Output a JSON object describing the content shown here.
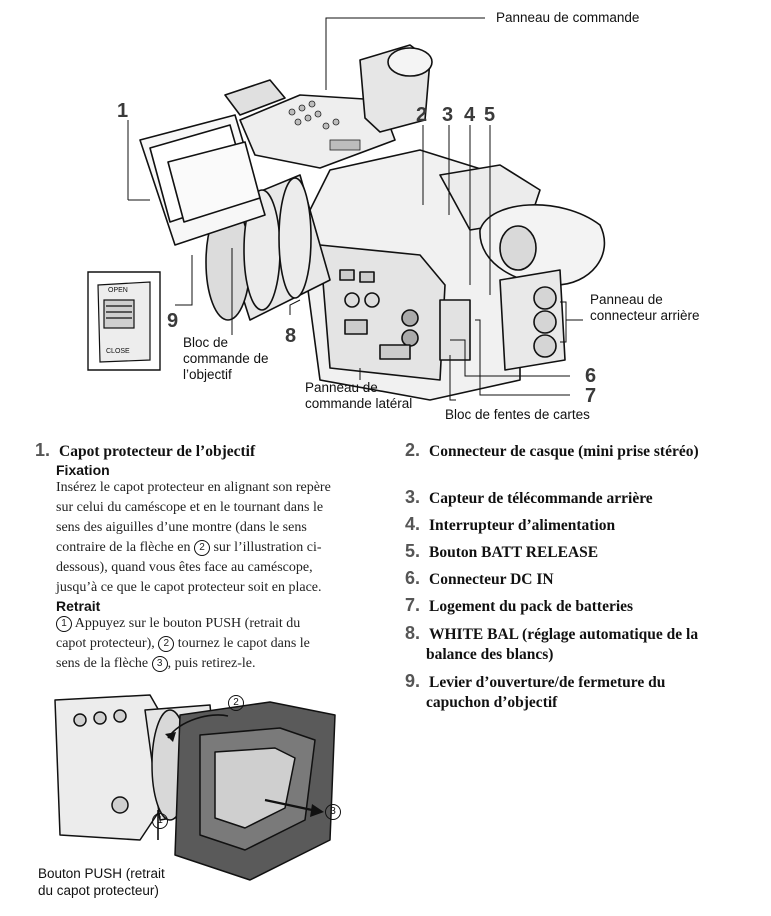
{
  "callouts": {
    "panneau_commande": "Panneau de commande",
    "panneau_connecteur_arriere": [
      "Panneau de",
      "connecteur arrière"
    ],
    "bloc_commande_objectif": [
      "Bloc de",
      "commande de",
      "l’objectif"
    ],
    "panneau_commande_lateral": [
      "Panneau de",
      "commande latéral"
    ],
    "bloc_fentes": "Bloc de fentes de cartes",
    "bouton_push": [
      "Bouton PUSH (retrait",
      "du capot protecteur)"
    ]
  },
  "callout_numbers": [
    "1",
    "2",
    "3",
    "4",
    "5",
    "6",
    "7",
    "8",
    "9"
  ],
  "inset_labels": {
    "open": "OPEN",
    "close": "CLOSE"
  },
  "step_markers": [
    "1",
    "2",
    "3"
  ],
  "item1": {
    "number": "1.",
    "title": "Capot protecteur de l’objectif",
    "fixation_heading": "Fixation",
    "fixation_lines": [
      "Insérez le capot protecteur en alignant son repère",
      "sur celui du caméscope et en le tournant dans le",
      "sens des aiguilles d’une montre (dans le sens",
      "contraire de la flèche en ",
      " sur l’illustration ci-",
      "dessous), quand vous êtes face au caméscope,",
      "jusqu’à ce que le capot protecteur soit en place."
    ],
    "retrait_heading": "Retrait",
    "retrait_lines": [
      " Appuyez sur le bouton PUSH (retrait du",
      "capot protecteur), ",
      " tournez le capot dans le",
      "sens de la flèche ",
      ", puis retirez-le."
    ]
  },
  "items": [
    {
      "number": "2.",
      "title": "Connecteur de casque (mini prise stéréo)"
    },
    {
      "number": "3.",
      "title": "Capteur de télécommande arrière"
    },
    {
      "number": "4.",
      "title": "Interrupteur d’alimentation"
    },
    {
      "number": "5.",
      "title": "Bouton BATT RELEASE"
    },
    {
      "number": "6.",
      "title": "Connecteur DC IN"
    },
    {
      "number": "7.",
      "title": "Logement du pack de batteries"
    },
    {
      "number": "8.",
      "title": "WHITE BAL (réglage automatique de la",
      "title2": "balance des blancs)"
    },
    {
      "number": "9.",
      "title": "Levier d’ouverture/de fermeture du",
      "title2": "capuchon d’objectif"
    }
  ]
}
